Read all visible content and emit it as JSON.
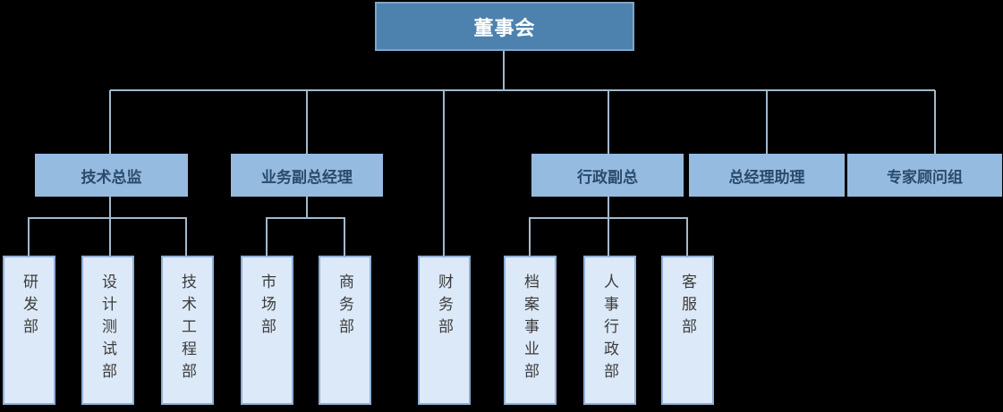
{
  "org_chart": {
    "root": {
      "label": "董事会"
    },
    "managers": [
      {
        "label": "技术总监"
      },
      {
        "label": "业务副总经理"
      },
      {
        "label": "行政副总"
      },
      {
        "label": "总经理助理"
      },
      {
        "label": "专家顾问组"
      }
    ],
    "departments": [
      {
        "label": "研发部",
        "reports_to": "技术总监"
      },
      {
        "label": "设计测试部",
        "reports_to": "技术总监"
      },
      {
        "label": "技术工程部",
        "reports_to": "技术总监"
      },
      {
        "label": "市场部",
        "reports_to": "业务副总经理"
      },
      {
        "label": "商务部",
        "reports_to": "业务副总经理"
      },
      {
        "label": "财务部",
        "reports_to": "董事会"
      },
      {
        "label": "档案事业部",
        "reports_to": "行政副总"
      },
      {
        "label": "人事行政部",
        "reports_to": "行政副总"
      },
      {
        "label": "客服部",
        "reports_to": "行政副总"
      }
    ],
    "colors": {
      "background": "#000000",
      "root_fill": "#4E82AE",
      "root_text": "#FFFFFF",
      "manager_fill": "#96BBE1",
      "manager_text": "#2B4B6B",
      "department_fill": "#DCE9F8",
      "department_border": "#8FAFD6",
      "department_text": "#3C3C3C",
      "connector_line": "#A4B9CC"
    }
  }
}
